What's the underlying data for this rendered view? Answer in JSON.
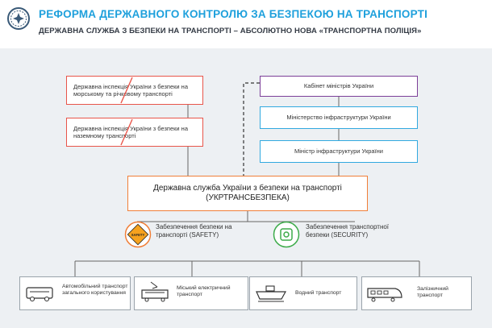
{
  "header": {
    "title": "РЕФОРМА ДЕРЖАВНОГО КОНТРОЛЮ ЗА БЕЗПЕКОЮ НА ТРАНСПОРТІ",
    "subtitle": "ДЕРЖАВНА СЛУЖБА З БЕЗПЕКИ НА ТРАНСПОРТІ – АБСОЛЮТНО НОВА «ТРАНСПОРТНА ПОЛІЦІЯ»"
  },
  "old_bodies": [
    {
      "label": "Державна інспекція України з безпеки на морському та річковому транспорті"
    },
    {
      "label": "Державна інспекція України з безпеки на наземному транспорті"
    }
  ],
  "hierarchy": [
    {
      "label": "Кабінет міністрів України"
    },
    {
      "label": "Міністерство інфраструктури України"
    },
    {
      "label": "Міністр інфраструктури України"
    }
  ],
  "main_body": {
    "line1": "Державна служба України з безпеки на транспорті",
    "line2": "(УКРТРАНСБЕЗПЕКА)"
  },
  "functions": [
    {
      "label": "Забезпечення безпеки на транспорті (SAFETY)",
      "icon_text": "SAFETY"
    },
    {
      "label": "Забезпечення транспортної безпеки (SECURITY)"
    }
  ],
  "transport": [
    {
      "label": "Автомобільний транспорт загального користування"
    },
    {
      "label": "Міський електричний транспорт"
    },
    {
      "label": "Водний транспорт"
    },
    {
      "label": "Залізничний транспорт"
    }
  ],
  "colors": {
    "title_blue": "#1ea0dc",
    "abolished_red": "#e8554a",
    "hierarchy_blue": "#31a9e0",
    "cabinet_purple": "#7c3f98",
    "main_orange": "#f07f38",
    "security_green": "#3dab4a",
    "panel_bg": "#edf0f3"
  }
}
